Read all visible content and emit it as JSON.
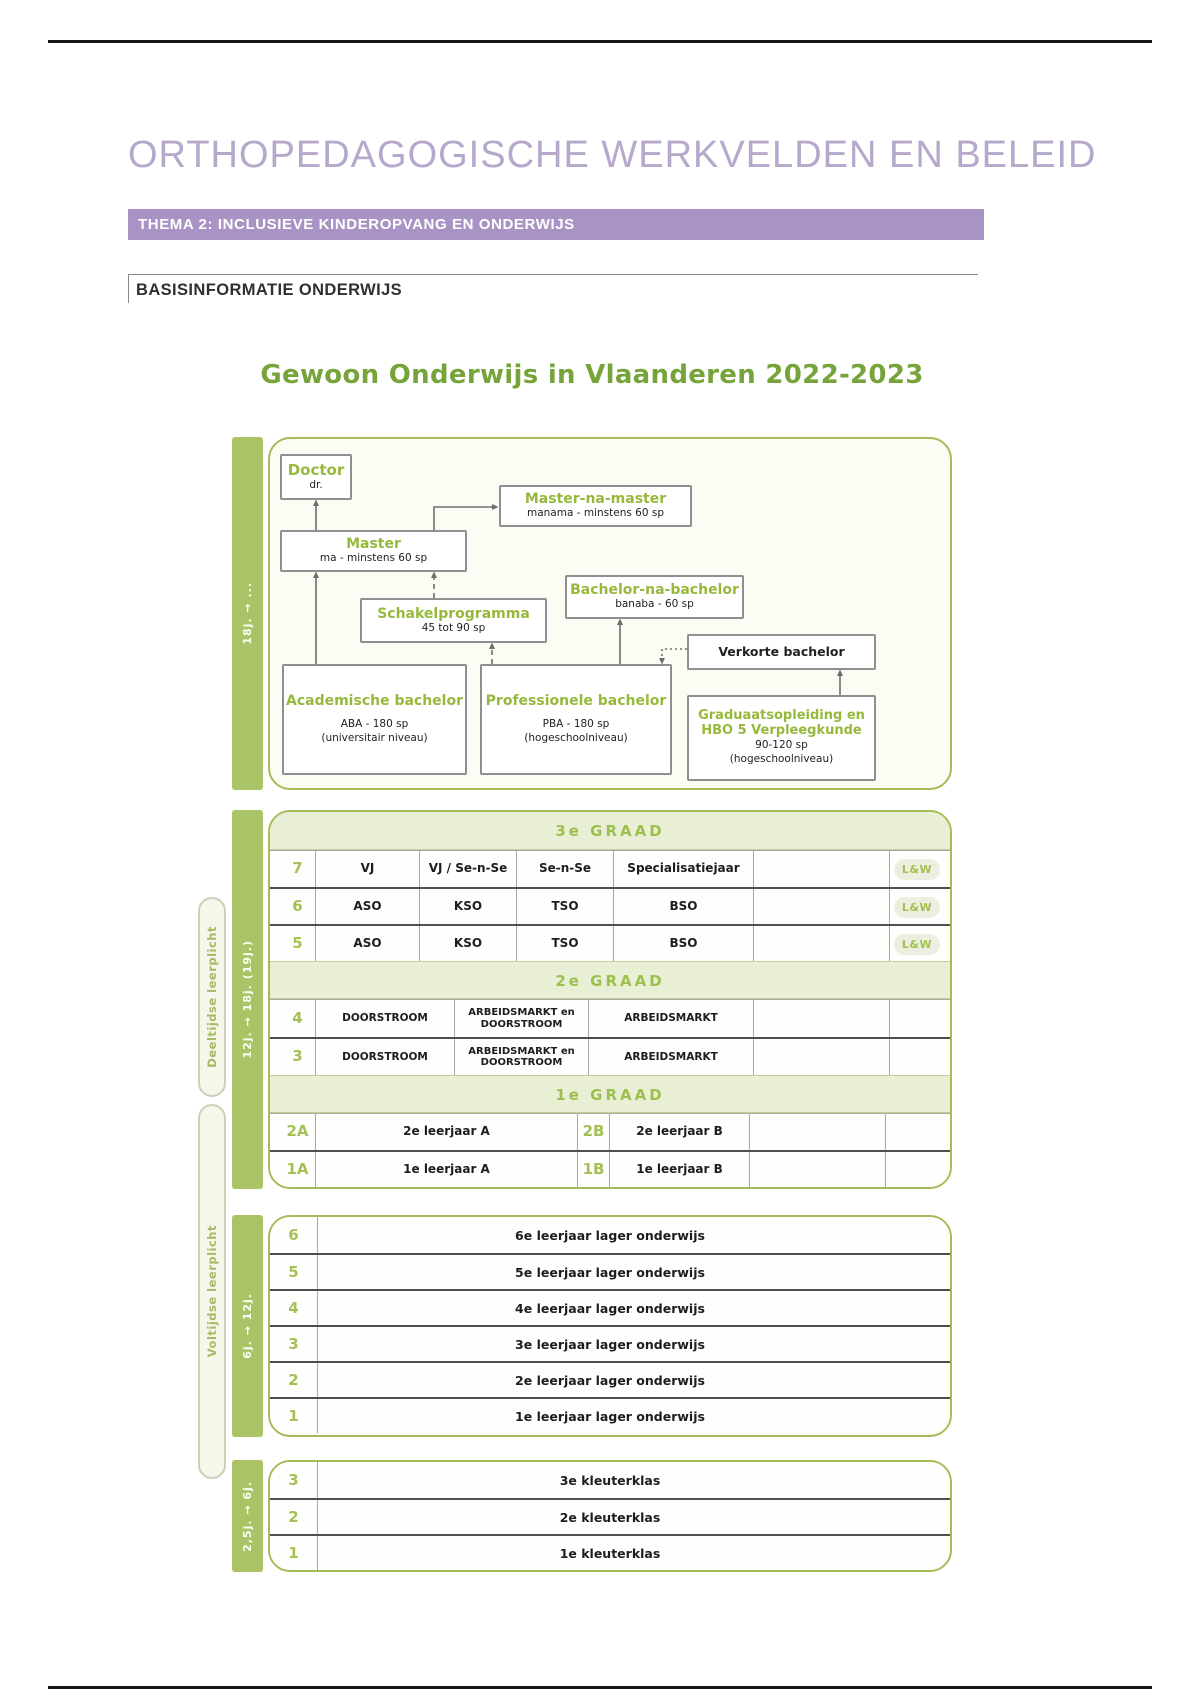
{
  "doc": {
    "title": "ORTHOPEDAGOGISCHE WERKVELDEN EN BELEID",
    "banner": "THEMA 2: INCLUSIEVE KINDEROPVANG EN ONDERWIJS",
    "section": "BASISINFORMATIE ONDERWIJS"
  },
  "colors": {
    "purple_title": "#b5a8cb",
    "purple_banner": "#a993c5",
    "green_bar": "#a9c366",
    "green_border": "#a2bd57",
    "green_text": "#96b93c",
    "band_bg": "#e9efd4"
  },
  "diagram": {
    "title": "Gewoon Onderwijs in Vlaanderen 2022-2023",
    "bars": {
      "hoger": "18j. → ...",
      "secundair": "12j. → 18j. (19j.)",
      "lager": "6j. → 12j.",
      "kleuter": "2,5j. → 6j."
    },
    "pills": {
      "deeltijds": "Deeltijdse leerplicht",
      "voltijds": "Voltijdse leerplicht"
    },
    "hoger": {
      "doctor": {
        "title": "Doctor",
        "sub1": "dr."
      },
      "manama": {
        "title": "Master-na-master",
        "sub1": "manama - minstens 60 sp"
      },
      "master": {
        "title": "Master",
        "sub1": "ma - minstens 60 sp"
      },
      "schakel": {
        "title": "Schakelprogramma",
        "sub1": "45 tot 90 sp"
      },
      "banaba": {
        "title": "Bachelor-na-bachelor",
        "sub1": "banaba - 60 sp"
      },
      "verkort": {
        "title": "Verkorte bachelor"
      },
      "aba": {
        "title": "Academische bachelor",
        "sub1": "ABA - 180 sp",
        "sub2": "(universitair niveau)"
      },
      "pba": {
        "title": "Professionele bachelor",
        "sub1": "PBA - 180 sp",
        "sub2": "(hogeschoolniveau)"
      },
      "graduaat": {
        "title": "Graduaatsopleiding en",
        "title2": "HBO 5 Verpleegkunde",
        "sub1": "90-120 sp",
        "sub2": "(hogeschoolniveau)"
      }
    },
    "secundair": {
      "band3": "3e GRAAD",
      "band2": "2e GRAAD",
      "band1": "1e GRAAD",
      "badge": "L&W",
      "g3rows": [
        {
          "num": "7",
          "c1": "VJ",
          "c2": "VJ / Se-n-Se",
          "c3": "Se-n-Se",
          "c4": "Specialisatiejaar"
        },
        {
          "num": "6",
          "c1": "ASO",
          "c2": "KSO",
          "c3": "TSO",
          "c4": "BSO"
        },
        {
          "num": "5",
          "c1": "ASO",
          "c2": "KSO",
          "c3": "TSO",
          "c4": "BSO"
        }
      ],
      "g2rows": [
        {
          "num": "4",
          "c1": "DOORSTROOM",
          "c2a": "ARBEIDSMARKT en",
          "c2b": "DOORSTROOM",
          "c3": "ARBEIDSMARKT"
        },
        {
          "num": "3",
          "c1": "DOORSTROOM",
          "c2a": "ARBEIDSMARKT en",
          "c2b": "DOORSTROOM",
          "c3": "ARBEIDSMARKT"
        }
      ],
      "g1rows": [
        {
          "numA": "2A",
          "labelA": "2e leerjaar A",
          "numB": "2B",
          "labelB": "2e leerjaar B"
        },
        {
          "numA": "1A",
          "labelA": "1e leerjaar A",
          "numB": "1B",
          "labelB": "1e leerjaar B"
        }
      ]
    },
    "lager": [
      {
        "num": "6",
        "label": "6e leerjaar lager onderwijs"
      },
      {
        "num": "5",
        "label": "5e leerjaar lager onderwijs"
      },
      {
        "num": "4",
        "label": "4e leerjaar lager onderwijs"
      },
      {
        "num": "3",
        "label": "3e leerjaar lager onderwijs"
      },
      {
        "num": "2",
        "label": "2e leerjaar lager onderwijs"
      },
      {
        "num": "1",
        "label": "1e leerjaar lager onderwijs"
      }
    ],
    "kleuter": [
      {
        "num": "3",
        "label": "3e kleuterklas"
      },
      {
        "num": "2",
        "label": "2e kleuterklas"
      },
      {
        "num": "1",
        "label": "1e kleuterklas"
      }
    ]
  }
}
